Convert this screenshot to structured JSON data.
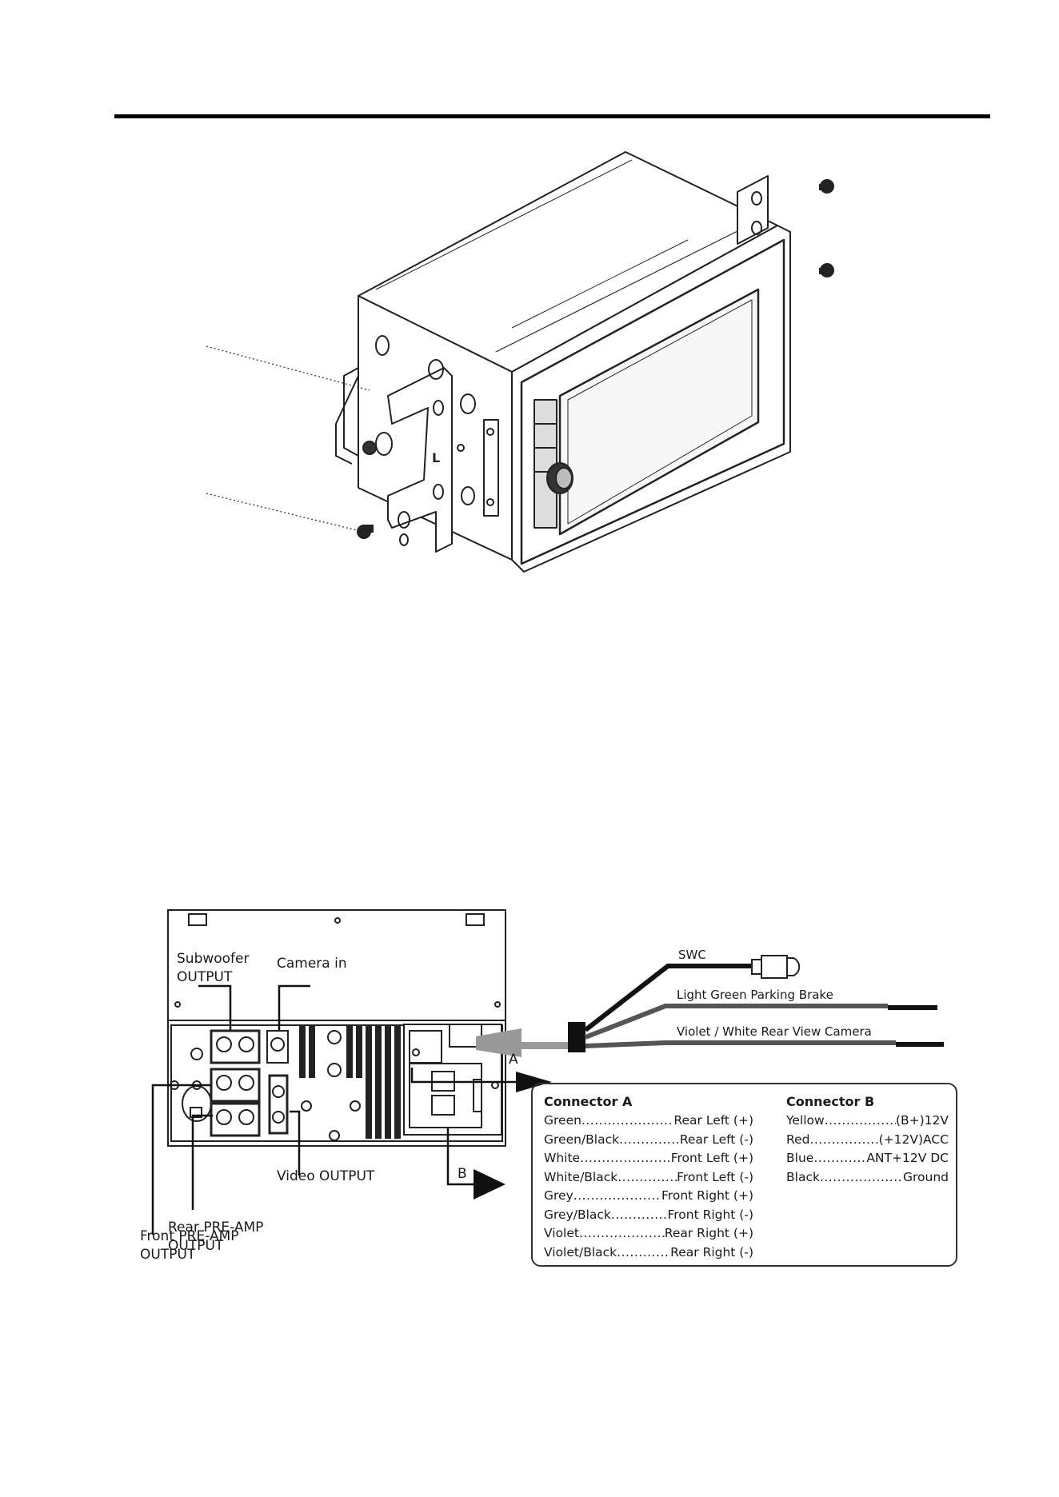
{
  "rear_panel": {
    "subwoofer_output": "Subwoofer\nOUTPUT",
    "camera_in": "Camera in",
    "rear_preamp_output": "Rear PRE-AMP\nOUTPUT",
    "front_preamp_output": "Front PRE-AMP\nOUTPUT",
    "video_output": "Video OUTPUT",
    "arrow_a": "A",
    "arrow_b": "B"
  },
  "wires": {
    "swc": "SWC",
    "parking_brake": "Light Green Parking Brake",
    "rear_camera": "Violet / White Rear View Camera"
  },
  "connector_a": {
    "title": "Connector A",
    "rows": [
      {
        "wire": "Green",
        "function": "Rear Left (+)"
      },
      {
        "wire": "Green/Black",
        "function": "Rear Left (-)"
      },
      {
        "wire": "White",
        "function": "Front Left (+)"
      },
      {
        "wire": "White/Black",
        "function": "Front Left (-)"
      },
      {
        "wire": "Grey",
        "function": "Front Right (+)"
      },
      {
        "wire": "Grey/Black",
        "function": "Front Right (-)"
      },
      {
        "wire": "Violet",
        "function": "Rear Right (+)"
      },
      {
        "wire": "Violet/Black",
        "function": "Rear Right (-)"
      }
    ]
  },
  "connector_b": {
    "title": "Connector B",
    "rows": [
      {
        "wire": "Yellow",
        "function": "(B+)12V"
      },
      {
        "wire": "Red",
        "function": "(+12V)ACC"
      },
      {
        "wire": "Blue",
        "function": "ANT+12V DC"
      },
      {
        "wire": "Black",
        "function": "Ground"
      }
    ]
  },
  "bracket_letter": "L"
}
